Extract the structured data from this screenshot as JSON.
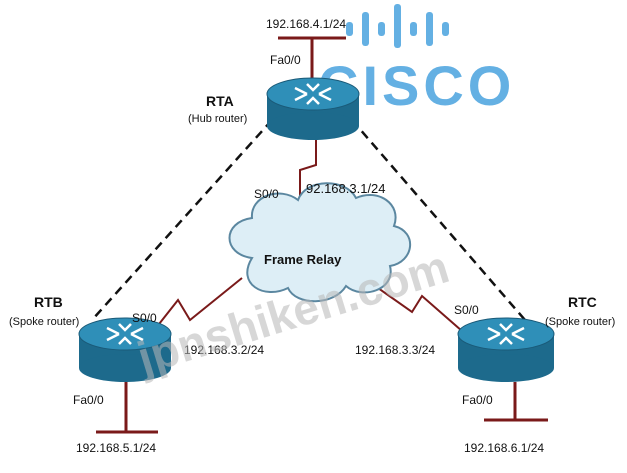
{
  "watermarks": {
    "logo_text": "CISCO",
    "site_text": "jpnshiken.com"
  },
  "cloud": {
    "label": "Frame Relay"
  },
  "routers": {
    "rta": {
      "name": "RTA",
      "role": "(Hub router)",
      "lan_interface": "Fa0/0",
      "lan_ip": "192.168.4.1/24",
      "serial_interface": "S0/0",
      "serial_ip": "92.168.3.1/24"
    },
    "rtb": {
      "name": "RTB",
      "role": "(Spoke router)",
      "lan_interface": "Fa0/0",
      "lan_ip": "192.168.5.1/24",
      "serial_interface": "S0/0",
      "serial_ip": "192.168.3.2/24"
    },
    "rtc": {
      "name": "RTC",
      "role": "(Spoke router)",
      "lan_interface": "Fa0/0",
      "lan_ip": "192.168.6.1/24",
      "serial_interface": "S0/0",
      "serial_ip": "192.168.3.3/24"
    }
  },
  "colors": {
    "router_top": "#2f8fb8",
    "router_side": "#1d6a8c",
    "cloud_fill": "#ddeef6",
    "serial_link": "#7a1a1a",
    "watermark": "#4aa3df"
  }
}
